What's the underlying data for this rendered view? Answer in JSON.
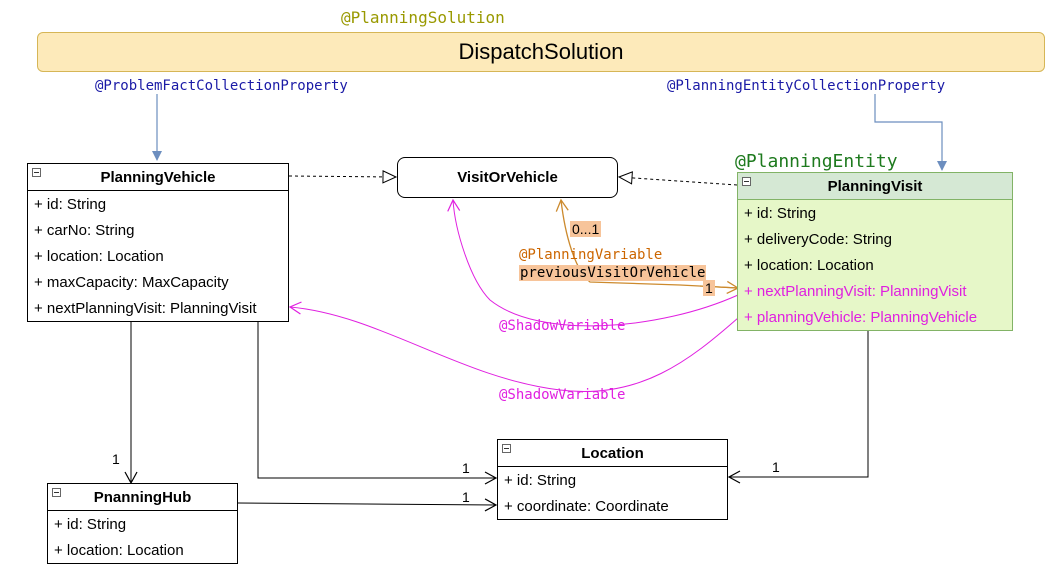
{
  "planning_solution_annotation": "@PlanningSolution",
  "solution_class": "DispatchSolution",
  "problem_fact_annotation": "@ProblemFactCollectionProperty",
  "entity_collection_annotation": "@PlanningEntityCollectionProperty",
  "planning_entity_annotation": "@PlanningEntity",
  "interface_name": "VisitOrVehicle",
  "classes": {
    "planning_vehicle": {
      "name": "PlanningVehicle",
      "fields": [
        "+ id: String",
        "+ carNo: String",
        "+ location: Location",
        "+ maxCapacity: MaxCapacity",
        "+ nextPlanningVisit: PlanningVisit"
      ]
    },
    "planning_visit": {
      "name": "PlanningVisit",
      "fields": [
        "+ id: String",
        "+ deliveryCode: String",
        "+ location: Location",
        "+ nextPlanningVisit: PlanningVisit",
        "+ planningVehicle: PlanningVehicle"
      ]
    },
    "location": {
      "name": "Location",
      "fields": [
        "+ id: String",
        "+ coordinate: Coordinate"
      ]
    },
    "planning_hub": {
      "name": "PnanningHub",
      "fields": [
        "+ id: String",
        "+ location: Location"
      ]
    }
  },
  "planning_variable": {
    "annotation": "@PlanningVariable",
    "name": "previousVisitOrVehicle",
    "multiplicity_source": "1",
    "multiplicity_target": "0...1"
  },
  "shadow_variable_1": "@ShadowVariable",
  "shadow_variable_2": "@ShadowVariable",
  "multiplicities": {
    "vehicle_hub": "1",
    "vehicle_location": "1",
    "hub_location": "1",
    "visit_location": "1"
  },
  "colors": {
    "banner_fill": "#fdeaba",
    "banner_border": "#d6b656",
    "annotation_olive": "#999900",
    "annotation_blue": "#1a1aa6",
    "annotation_green": "#1e7a1e",
    "annotation_orange": "#cc6600",
    "shadow_magenta": "#e020e0",
    "entity_fill": "#e6f7c8",
    "entity_header": "#d5e8d4",
    "connector_blue": "#6c8ebf"
  }
}
